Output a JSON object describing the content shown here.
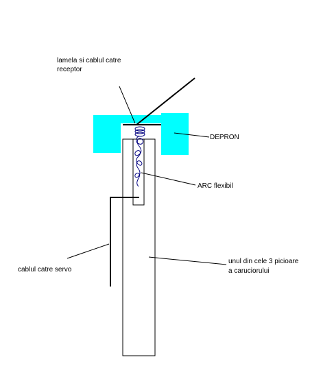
{
  "labels": {
    "lamela": [
      "lamela si cablul catre",
      "receptor"
    ],
    "depron": "DEPRON",
    "arc": "ARC flexibil",
    "servo": "cablul catre servo",
    "picior": [
      "unul din cele 3 picioare",
      "a caruciorului"
    ]
  },
  "colors": {
    "depron": "#00ffff",
    "line": "#000000",
    "spring": "#000080"
  }
}
